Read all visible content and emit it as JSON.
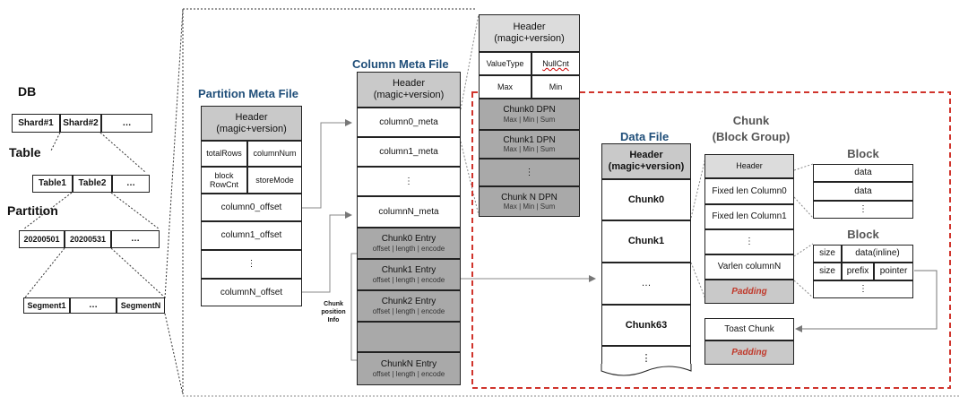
{
  "left": {
    "db_label": "DB",
    "table_label": "Table",
    "partition_label": "Partition",
    "shards": [
      "Shard#1",
      "Shard#2",
      "…"
    ],
    "tables": [
      "Table1",
      "Table2",
      "…"
    ],
    "partitions": [
      "20200501",
      "20200531",
      "…"
    ],
    "segments": [
      "Segment1",
      "…",
      "SegmentN"
    ]
  },
  "partition_meta": {
    "title": "Partition Meta File",
    "header": "Header\n(magic+version)",
    "total_rows": "totalRows",
    "column_num": "columnNum",
    "block_rowcnt": "block\nRowCnt",
    "store_mode": "storeMode",
    "offsets": [
      "column0_offset",
      "column1_offset",
      "⋮",
      "columnN_offset"
    ]
  },
  "column_meta": {
    "title": "Column Meta File",
    "header": "Header\n(magic+version)",
    "metas": [
      "column0_meta",
      "column1_meta",
      "⋮",
      "columnN_meta"
    ],
    "entries": [
      {
        "name": "Chunk0 Entry",
        "fields": "offset | length | encode"
      },
      {
        "name": "Chunk1 Entry",
        "fields": "offset | length | encode"
      },
      {
        "name": "Chunk2 Entry",
        "fields": "offset | length | encode"
      },
      {
        "name": "",
        "fields": ""
      },
      {
        "name": "ChunkN Entry",
        "fields": "offset | length | encode"
      }
    ],
    "chunk_position_info": "Chunk\nposition\nInfo"
  },
  "dpn": {
    "header": "Header\n(magic+version)",
    "value_type": "ValueType",
    "null_cnt": "NullCnt",
    "max": "Max",
    "min": "Min",
    "rows": [
      {
        "name": "Chunk0 DPN",
        "stats": "Max | Min | Sum"
      },
      {
        "name": "Chunk1 DPN",
        "stats": "Max | Min | Sum"
      },
      {
        "name": "⋮",
        "stats": ""
      },
      {
        "name": "Chunk N DPN",
        "stats": "Max | Min | Sum"
      }
    ]
  },
  "data_file": {
    "title": "Data File",
    "header": "Header\n(magic+version)",
    "chunks": [
      "Chunk0",
      "Chunk1",
      "…",
      "Chunk63",
      "⋮"
    ]
  },
  "chunk": {
    "title": "Chunk\n(Block Group)",
    "rows": [
      "Header",
      "Fixed len Column0",
      "Fixed len Column1",
      "⋮",
      "Varlen columnN",
      "Padding"
    ],
    "toast": "Toast Chunk",
    "toast_padding": "Padding"
  },
  "block1": {
    "title": "Block",
    "rows": [
      "data",
      "data",
      "⋮"
    ]
  },
  "block2": {
    "title": "Block",
    "row1": [
      "size",
      "data(inline)"
    ],
    "row2": [
      "size",
      "prefix",
      "pointer"
    ],
    "row3": "⋮"
  },
  "colors": {
    "title_blue": "#1f4e79",
    "dashed_red": "#d0342c",
    "padding_red": "#c0392b",
    "gray": "#c9c9c9"
  }
}
